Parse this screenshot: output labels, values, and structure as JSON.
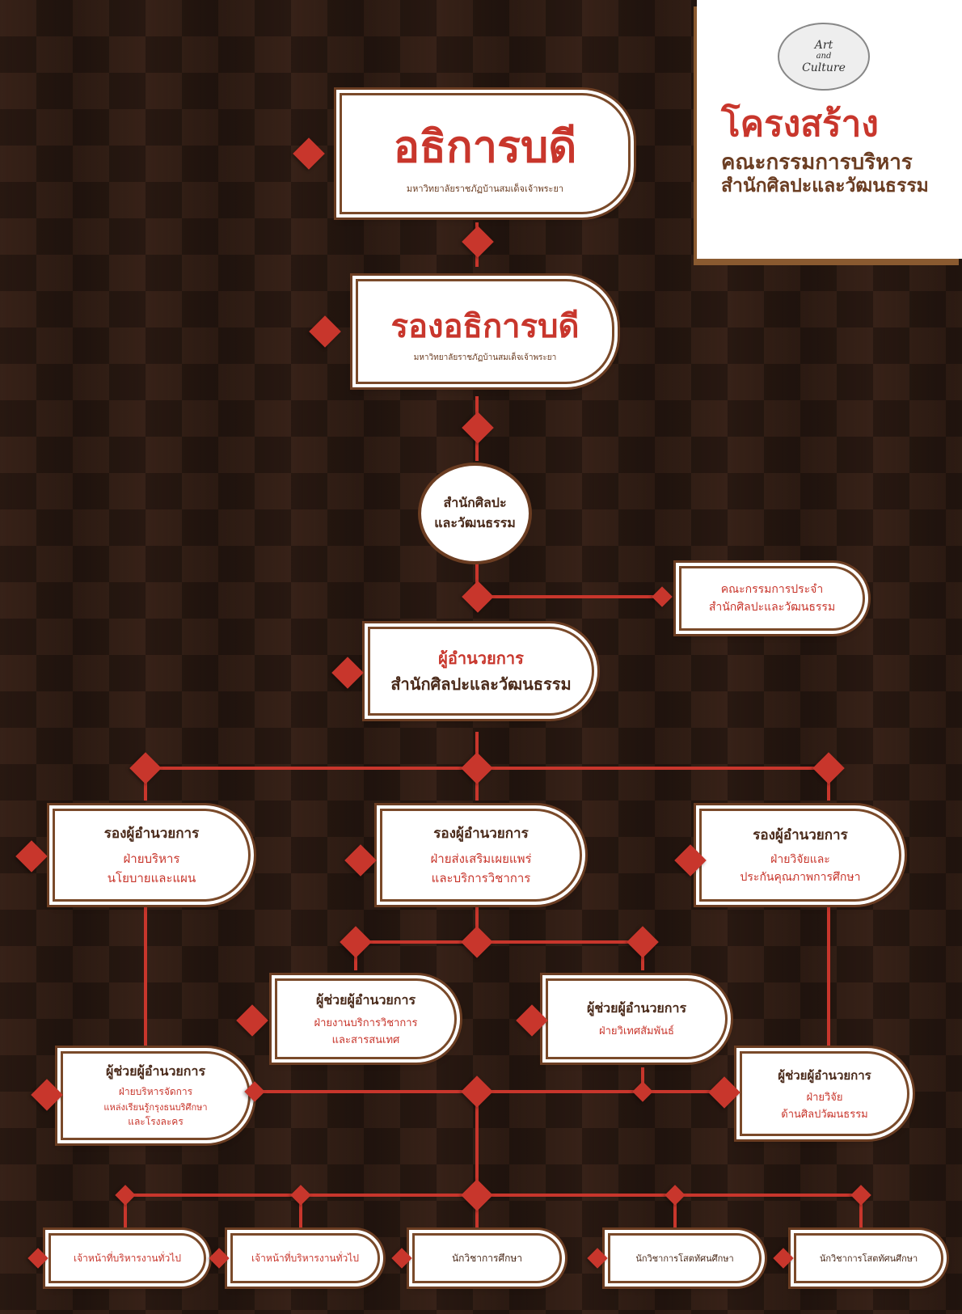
{
  "header": {
    "logo_text_1": "Art",
    "logo_text_2": "and",
    "logo_text_3": "Culture",
    "title": "โครงสร้าง",
    "subtitle_1": "คณะกรรมการบริหาร",
    "subtitle_2": "สำนักศิลปะและวัฒนธรรม"
  },
  "president": {
    "title": "อธิการบดี",
    "subtitle": "มหาวิทยาลัยราชภัฏบ้านสมเด็จเจ้าพระยา"
  },
  "vice_president": {
    "title": "รองอธิการบดี",
    "subtitle": "มหาวิทยาลัยราชภัฏบ้านสมเด็จเจ้าพระยา"
  },
  "office": {
    "line1": "สำนักศิลปะ",
    "line2": "และวัฒนธรรม"
  },
  "committee": {
    "line1": "คณะกรรมการประจำ",
    "line2": "สำนักศิลปะและวัฒนธรรม"
  },
  "director": {
    "line1": "ผู้อำนวยการ",
    "line2": "สำนักศิลปะและวัฒนธรรม"
  },
  "deputies": [
    {
      "title": "รองผู้อำนวยการ",
      "line1": "ฝ่ายบริหาร",
      "line2": "นโยบายและแผน"
    },
    {
      "title": "รองผู้อำนวยการ",
      "line1": "ฝ่ายส่งเสริมเผยแพร่",
      "line2": "และบริการวิชาการ"
    },
    {
      "title": "รองผู้อำนวยการ",
      "line1": "ฝ่ายวิจัยและ",
      "line2": "ประกันคุณภาพการศึกษา"
    }
  ],
  "assistants": [
    {
      "title": "ผู้ช่วยผู้อำนวยการ",
      "line1": "ฝ่ายงานบริการวิชาการ",
      "line2": "และสารสนเทศ"
    },
    {
      "title": "ผู้ช่วยผู้อำนวยการ",
      "line1": "ฝ่ายวิเทศสัมพันธ์",
      "line2": ""
    },
    {
      "title": "ผู้ช่วยผู้อำนวยการ",
      "line1": "ฝ่ายบริหารจัดการ",
      "line2": "แหล่งเรียนรู้กรุงธนบริศึกษา",
      "line3": "และโรงละคร"
    },
    {
      "title": "ผู้ช่วยผู้อำนวยการ",
      "line1": "ฝ่ายวิจัย",
      "line2": "ด้านศิลปวัฒนธรรม"
    }
  ],
  "staff": [
    "เจ้าหน้าที่บริหารงานทั่วไป",
    "เจ้าหน้าที่บริหารงานทั่วไป",
    "นักวิชาการศึกษา",
    "นักวิชาการโสตทัศนศึกษา",
    "นักวิชาการโสตทัศนศึกษา"
  ],
  "colors": {
    "accent": "#c8362c",
    "brown": "#6b3d22",
    "background": "#2b1a12"
  }
}
